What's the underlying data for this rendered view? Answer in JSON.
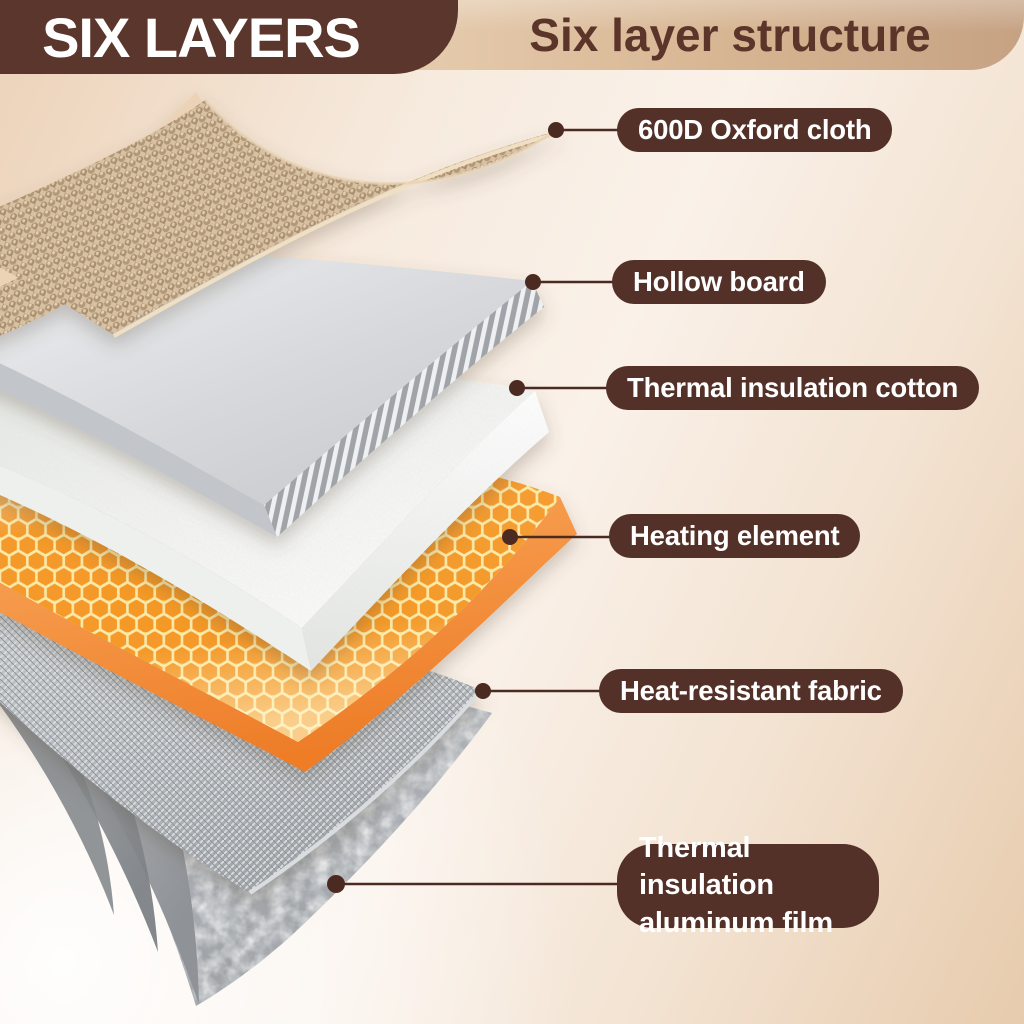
{
  "header": {
    "badge_label": "SIX LAYERS",
    "title": "Six layer structure"
  },
  "callouts": [
    {
      "label": "600D Oxford cloth"
    },
    {
      "label": "Hollow board"
    },
    {
      "label": "Thermal insulation cotton"
    },
    {
      "label": "Heating element"
    },
    {
      "label": "Heat-resistant fabric"
    },
    {
      "label": "Thermal insulation aluminum film"
    }
  ],
  "diagram": {
    "layer_names": [
      "oxford-cloth",
      "hollow-board",
      "thermal-insulation-cotton",
      "heating-element",
      "heat-resistant-fabric",
      "thermal-insulation-aluminum-film"
    ]
  },
  "colors": {
    "badge_bg": "#5b362c",
    "badge_text": "#ffffff",
    "banner_left": "#e9d0b4",
    "banner_right": "#c6a283",
    "banner_text": "#5c352a",
    "callout_bg": "#533028",
    "callout_text": "#ffffff",
    "connector_line": "#4a2a21",
    "cloth_tan": "#d8c1a3",
    "board_gray": "#d9dbdd",
    "cotton_white": "#f4f4f2",
    "heater_yellow": "#f8d668",
    "heater_orange": "#f08232",
    "fabric_gray": "#b6babe",
    "film_gray": "#b0b4b8",
    "background_cream": "#f7ecdf"
  }
}
